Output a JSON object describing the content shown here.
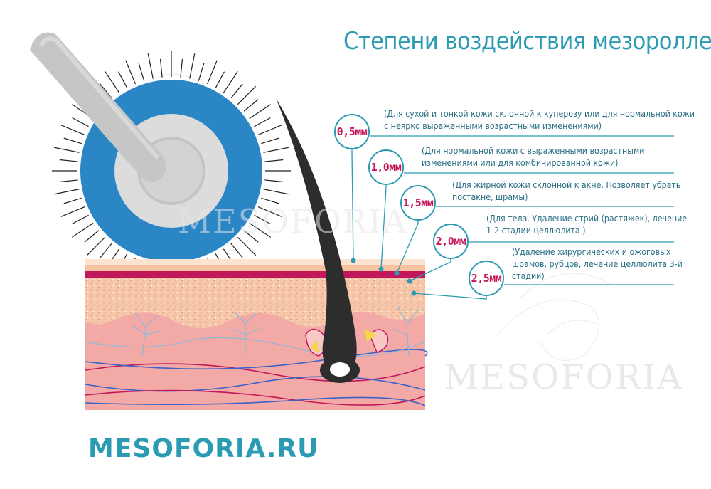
{
  "title": "Степени воздействия мезороллера",
  "website": "MESOFORIA.RU",
  "watermark": "MESOFORIA",
  "colors": {
    "accent": "#2b9bb4",
    "needle_label": "#c8175a",
    "roller_ring": "#2a86c5",
    "skin_dermis": "#f2a5a4",
    "skin_epidermis": "#f6c9b0",
    "stratum": "#c2185b"
  },
  "needles": [
    {
      "size": "0,5мм",
      "description": [
        "(Для сухой и тонкой кожи склонной к куперозу или для нормальной кожи",
        "с  неярко выраженными возрастными изменениями)"
      ]
    },
    {
      "size": "1,0мм",
      "description": [
        "(Для нормальной кожи с выраженными возрастными",
        "изменениями или для комбинированной кожи)"
      ]
    },
    {
      "size": "1,5мм",
      "description": [
        "(Для жирной кожи склонной к акне. Позволяет убрать",
        "постакне, шрамы)"
      ]
    },
    {
      "size": "2,0мм",
      "description": [
        "(Для тела. Удаление стрий (растяжек), лечение",
        "1-2 стадии  целлюлита )"
      ]
    },
    {
      "size": "2,5мм",
      "description": [
        "(Удаление хирургических и ожоговых",
        "шрамов, рубцов, лечение целлюлита 3-й",
        "стадии)"
      ]
    }
  ]
}
